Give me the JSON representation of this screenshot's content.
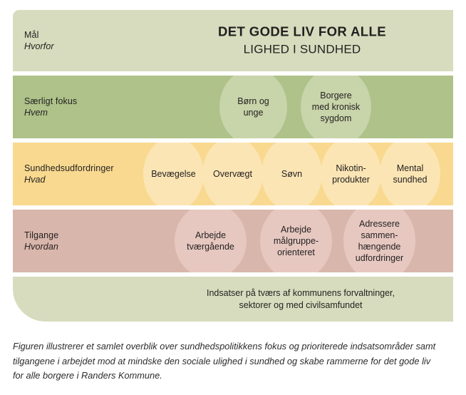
{
  "figure": {
    "rows": [
      {
        "id": "goal",
        "label_main": "Mål",
        "label_sub": "Hvorfor",
        "title": "DET GODE LIV FOR ALLE",
        "subtitle": "LIGHED I SUNDHED",
        "band_color": "#d6dcbd"
      },
      {
        "id": "focus",
        "label_main": "Særligt fokus",
        "label_sub": "Hvem",
        "band_color": "#aec289",
        "bubble_color": "#c8d4a9",
        "bubbles": [
          {
            "lines": [
              "Børn og",
              "unge"
            ]
          },
          {
            "lines": [
              "Borgere",
              "med kronisk",
              "sygdom"
            ]
          }
        ]
      },
      {
        "id": "challenges",
        "label_main": "Sundhedsudfordringer",
        "label_sub": "Hvad",
        "band_color": "#f8d98f",
        "bubble_color": "#fbe5b4",
        "bubbles": [
          {
            "lines": [
              "Bevægelse"
            ]
          },
          {
            "lines": [
              "Overvægt"
            ]
          },
          {
            "lines": [
              "Søvn"
            ]
          },
          {
            "lines": [
              "Nikotin-",
              "produkter"
            ]
          },
          {
            "lines": [
              "Mental",
              "sundhed"
            ]
          }
        ]
      },
      {
        "id": "approaches",
        "label_main": "Tilgange",
        "label_sub": "Hvordan",
        "band_color": "#d9b6ab",
        "bubble_color": "#e6c8c0",
        "bubbles": [
          {
            "lines": [
              "Arbejde",
              "tværgående"
            ]
          },
          {
            "lines": [
              "Arbejde",
              "målgruppe-",
              "orienteret"
            ]
          },
          {
            "lines": [
              "Adressere",
              "sammen-",
              "hængende",
              "udfordringer"
            ]
          }
        ]
      }
    ],
    "footer": {
      "line1": "Indsatser på tværs af kommunens forvaltninger,",
      "line2": "sektorer og med civilsamfundet",
      "band_color": "#d6dcbd"
    }
  },
  "caption": {
    "line1": "Figuren illustrerer et samlet overblik over sundhedspolitikkens fokus og prioriterede indsatsområder samt",
    "line2": "tilgangene i arbejdet mod at mindske den sociale ulighed i sundhed og skabe rammerne for det gode liv",
    "line3": "for alle borgere i Randers Kommune."
  }
}
